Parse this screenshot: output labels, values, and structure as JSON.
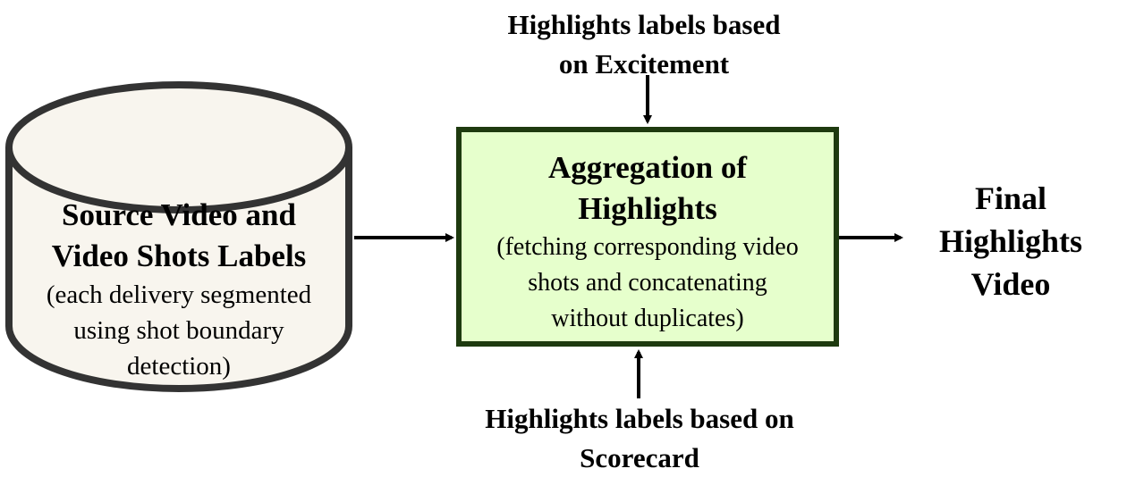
{
  "colors": {
    "cylinder_fill": "#f8f5ee",
    "stroke": "#333333",
    "box_fill": "#e6ffcc",
    "box_stroke": "#1e3a0f",
    "arrow": "#000000"
  },
  "inputs": {
    "excitement": {
      "lines": [
        "Highlights labels based",
        "on Excitement"
      ]
    },
    "scorecard": {
      "lines": [
        "Highlights labels based on",
        "Scorecard"
      ]
    }
  },
  "source": {
    "title_lines": [
      "Source Video and",
      "Video Shots Labels"
    ],
    "description_lines": [
      "(each delivery segmented",
      "using shot boundary",
      "detection)"
    ]
  },
  "aggregation": {
    "title_lines": [
      "Aggregation of",
      "Highlights"
    ],
    "description_lines": [
      "(fetching corresponding video",
      "shots  and concatenating",
      "without duplicates)"
    ]
  },
  "output": {
    "lines": [
      "Final",
      "Highlights",
      "Video"
    ]
  }
}
